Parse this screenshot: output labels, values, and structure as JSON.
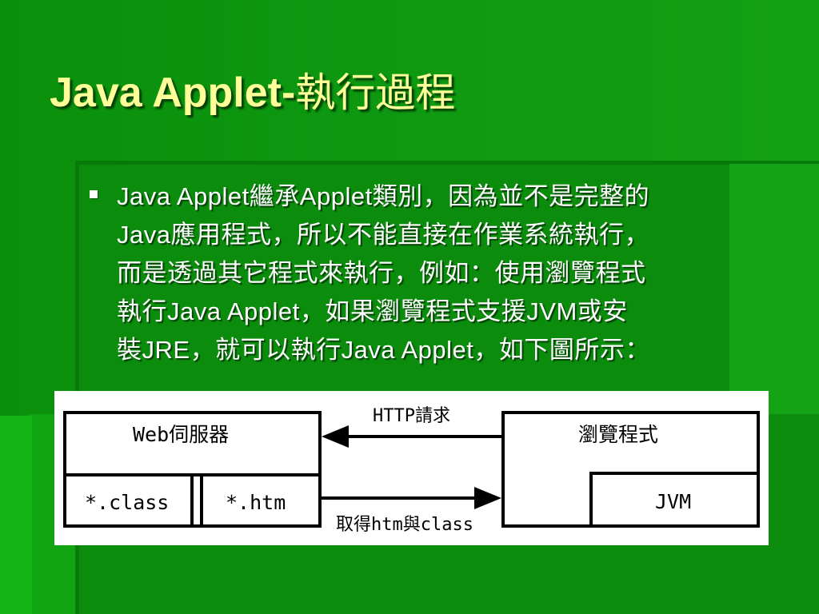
{
  "slide": {
    "title_latin": "Java Applet-",
    "title_cjk": "執行過程",
    "bullet_lines": [
      "Java Applet繼承Applet類別，因為並不是完整的",
      "Java應用程式，所以不能直接在作業系統執行，",
      "而是透過其它程式來執行，例如：使用瀏覽程式",
      "執行Java Applet，如果瀏覽程式支援JVM或安",
      "裝JRE，就可以執行Java Applet，如下圖所示："
    ]
  },
  "diagram": {
    "server_label": "Web伺服器",
    "class_label": "*.class",
    "htm_label": "*.htm",
    "browser_label": "瀏覽程式",
    "jvm_label": "JVM",
    "request_label": "HTTP請求",
    "response_label": "取得htm與class"
  },
  "colors": {
    "background": "#0f9a12",
    "title": "#ffff99",
    "text": "#ffffff"
  }
}
